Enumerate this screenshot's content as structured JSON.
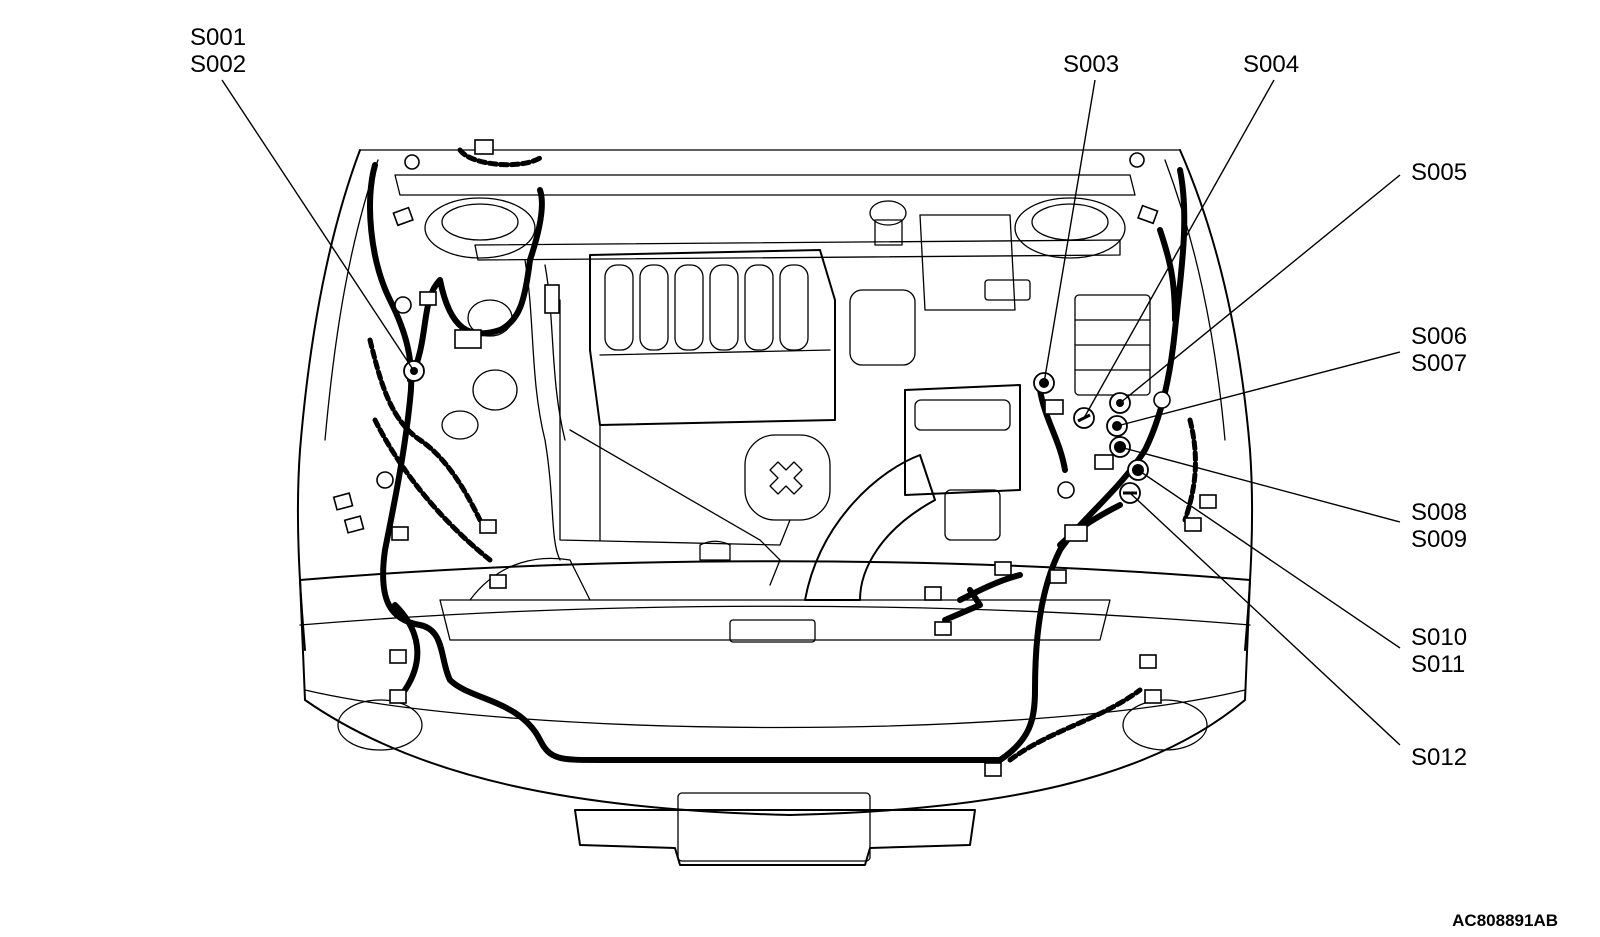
{
  "figure_code": "AC808891AB",
  "labels": {
    "s001": "S001",
    "s002": "S002",
    "s003": "S003",
    "s004": "S004",
    "s005": "S005",
    "s006": "S006",
    "s007": "S007",
    "s008": "S008",
    "s009": "S009",
    "s010": "S010",
    "s011": "S011",
    "s012": "S012"
  }
}
